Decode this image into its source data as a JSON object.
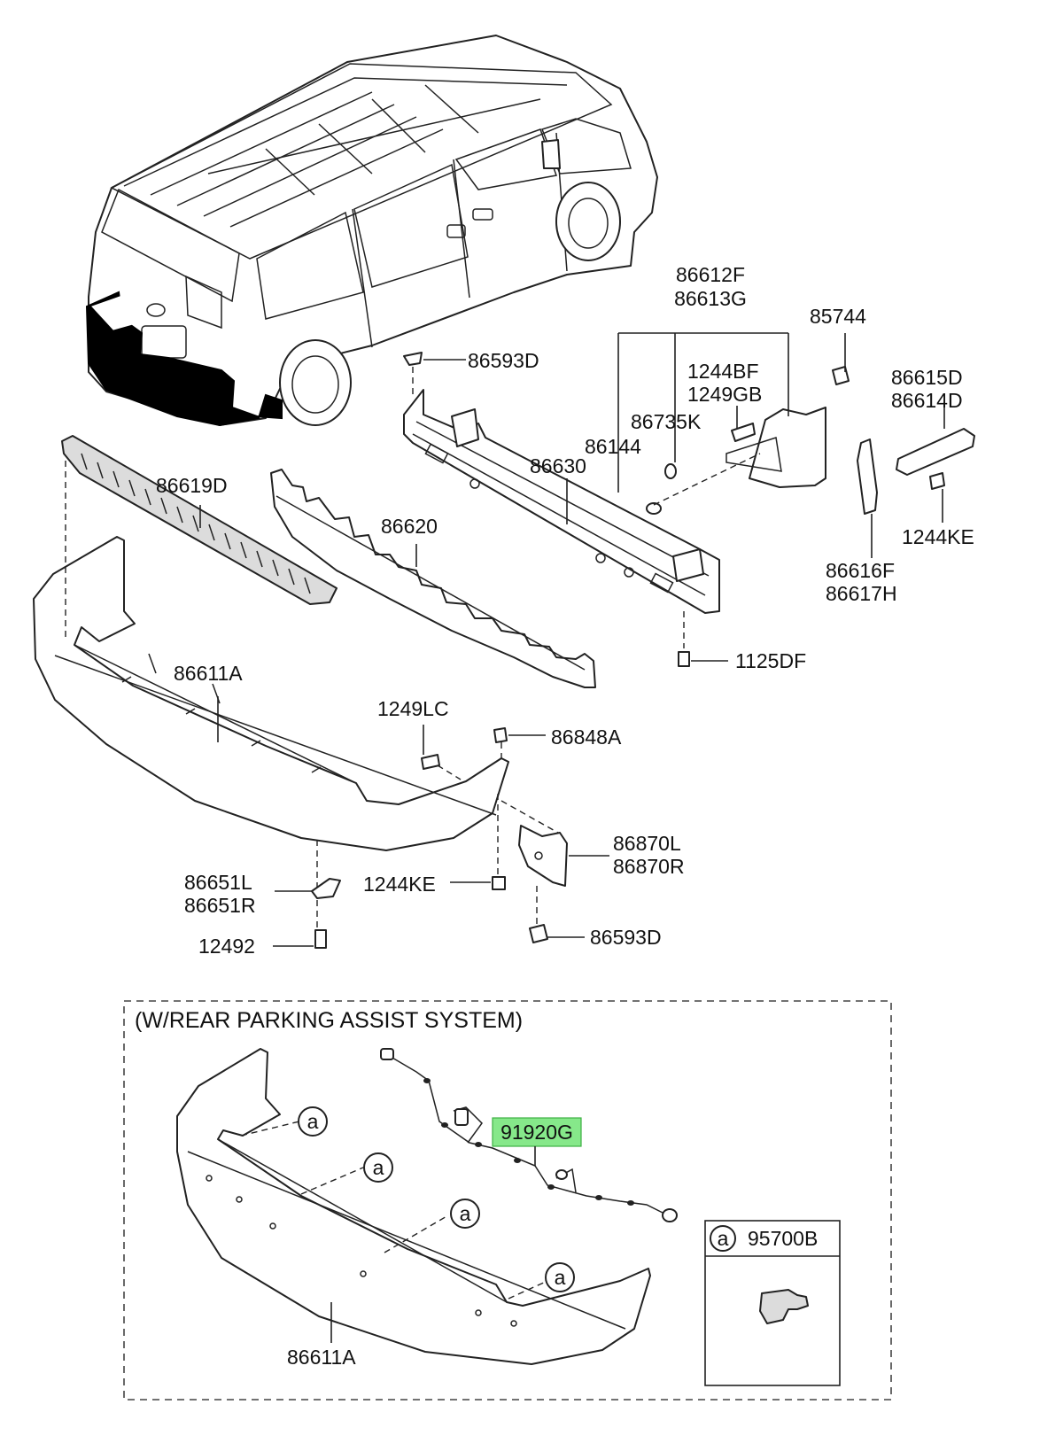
{
  "section_title": "(W/REAR PARKING ASSIST SYSTEM)",
  "highlight_color": "#86e88a",
  "parts": {
    "p86612F": "86612F",
    "p86613G": "86613G",
    "p85744": "85744",
    "p86593D_top": "86593D",
    "p1244BF": "1244BF",
    "p1249GB": "1249GB",
    "p86615D": "86615D",
    "p86614D": "86614D",
    "p86735K": "86735K",
    "p86144": "86144",
    "p86619D": "86619D",
    "p86630": "86630",
    "p1244KE_right": "1244KE",
    "p86620": "86620",
    "p86616F": "86616F",
    "p86617H": "86617H",
    "p1125DF": "1125DF",
    "p86611A_top": "86611A",
    "p1249LC": "1249LC",
    "p86848A": "86848A",
    "p86870L": "86870L",
    "p86870R": "86870R",
    "p86651L": "86651L",
    "p86651R": "86651R",
    "p1244KE_bottom": "1244KE",
    "p12492": "12492",
    "p86593D_bottom": "86593D",
    "p91920G": "91920G",
    "p86611A_bottom": "86611A",
    "p95700B": "95700B"
  },
  "callout_letter": "a"
}
